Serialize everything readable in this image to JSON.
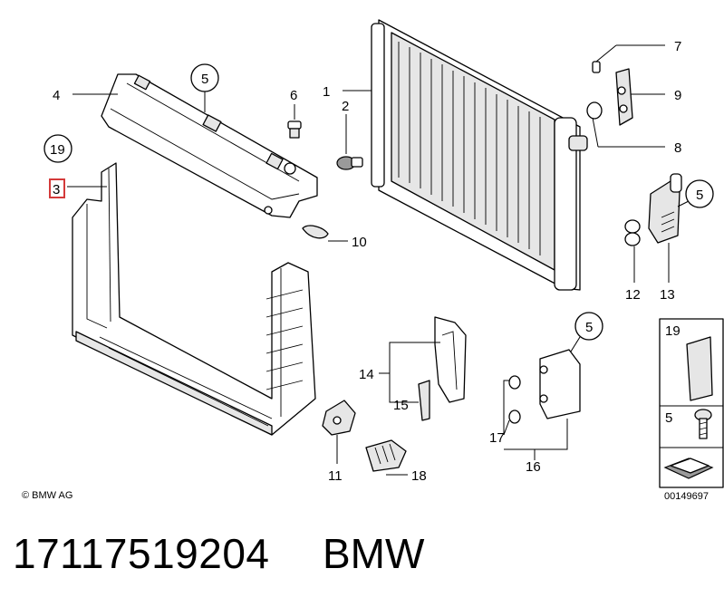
{
  "copyright": "© BMW AG",
  "diagram_number": "00149697",
  "footer": {
    "part_number": "17117519204",
    "brand": "BMW"
  },
  "callouts": {
    "c1": "1",
    "c2": "2",
    "c3": "3",
    "c4": "4",
    "c5a": "5",
    "c5b": "5",
    "c5c": "5",
    "c6": "6",
    "c7": "7",
    "c8": "8",
    "c9": "9",
    "c10": "10",
    "c11": "11",
    "c12": "12",
    "c13": "13",
    "c14": "14",
    "c15": "15",
    "c16": "16",
    "c17": "17",
    "c18": "18",
    "c19": "19"
  },
  "legend": {
    "item19": "19",
    "item5": "5"
  },
  "highlighted_callout": "3",
  "colors": {
    "highlight": "#d43a3a",
    "line": "#000000",
    "background": "#ffffff"
  }
}
